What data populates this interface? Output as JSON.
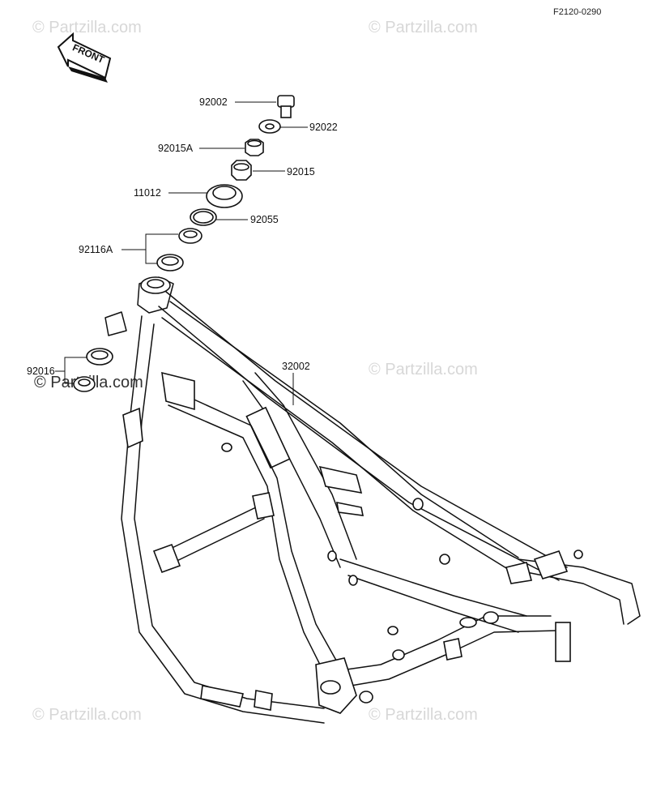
{
  "reference_code": "F2120-0290",
  "front_arrow_label": "FRONT",
  "watermark_text": "© Partzilla.com",
  "parts": {
    "p92002": "92002",
    "p92022": "92022",
    "p92015A": "92015A",
    "p92015": "92015",
    "p11012": "11012",
    "p92055": "92055",
    "p92116A": "92116A",
    "p92016": "92016",
    "p32002": "32002"
  }
}
